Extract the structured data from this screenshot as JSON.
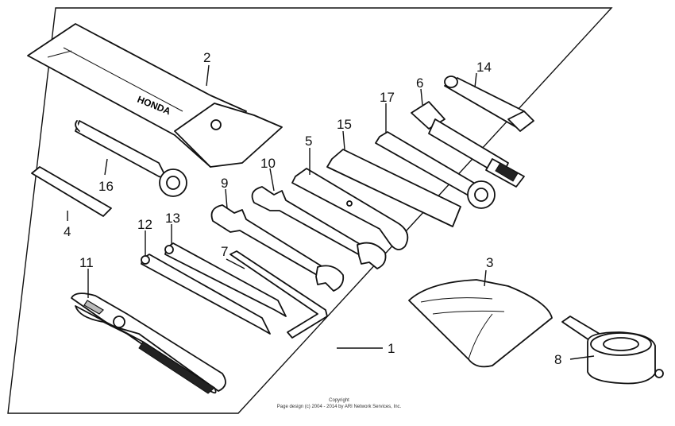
{
  "callouts": [
    "1",
    "2",
    "3",
    "4",
    "5",
    "6",
    "7",
    "8",
    "9",
    "10",
    "11",
    "12",
    "13",
    "14",
    "15",
    "16",
    "17"
  ],
  "pouch_text": "HONDA",
  "copyright": {
    "line1": "Copyright",
    "line2": "Page design (c) 2004 - 2014 by ARI Network Services, Inc."
  }
}
